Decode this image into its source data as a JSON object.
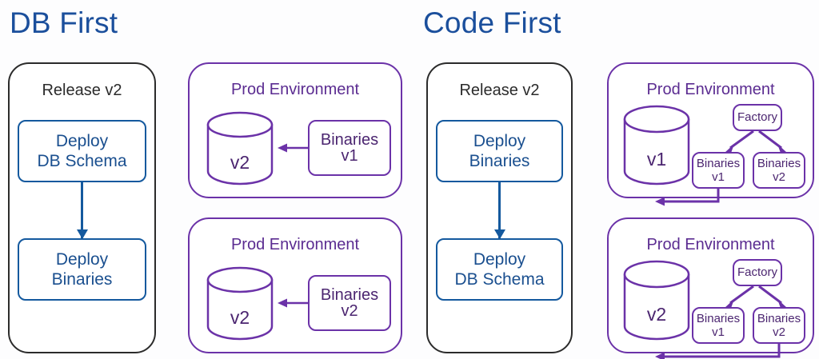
{
  "titles": {
    "left": "DB First",
    "right": "Code First",
    "color": "#1b4f9c"
  },
  "colors": {
    "title_blue": "#1b4f9c",
    "step_blue": "#14599e",
    "purple": "#6b32a8",
    "purple_text": "#4b2570",
    "release_border": "#2b2b2b",
    "background": "#ffffff"
  },
  "labels": {
    "release": "Release v2",
    "prod_environment": "Prod Environment",
    "factory": "Factory"
  },
  "db_first": {
    "release_panel": {
      "title": "Release v2",
      "steps": [
        {
          "line1": "Deploy",
          "line2": "DB Schema"
        },
        {
          "line1": "Deploy",
          "line2": "Binaries"
        }
      ]
    },
    "prod_environments": [
      {
        "title": "Prod Environment",
        "database": {
          "version": "v2"
        },
        "binaries": [
          {
            "line1": "Binaries",
            "line2": "v1"
          }
        ]
      },
      {
        "title": "Prod Environment",
        "database": {
          "version": "v2"
        },
        "binaries": [
          {
            "line1": "Binaries",
            "line2": "v2"
          }
        ]
      }
    ]
  },
  "code_first": {
    "release_panel": {
      "title": "Release v2",
      "steps": [
        {
          "line1": "Deploy",
          "line2": "Binaries"
        },
        {
          "line1": "Deploy",
          "line2": "DB Schema"
        }
      ]
    },
    "prod_environments": [
      {
        "title": "Prod Environment",
        "database": {
          "version": "v1"
        },
        "factory": "Factory",
        "binaries": [
          {
            "line1": "Binaries",
            "line2": "v1"
          },
          {
            "line1": "Binaries",
            "line2": "v2"
          }
        ],
        "active_binary_index": 0
      },
      {
        "title": "Prod Environment",
        "database": {
          "version": "v2"
        },
        "factory": "Factory",
        "binaries": [
          {
            "line1": "Binaries",
            "line2": "v1"
          },
          {
            "line1": "Binaries",
            "line2": "v2"
          }
        ],
        "active_binary_index": 1
      }
    ]
  }
}
